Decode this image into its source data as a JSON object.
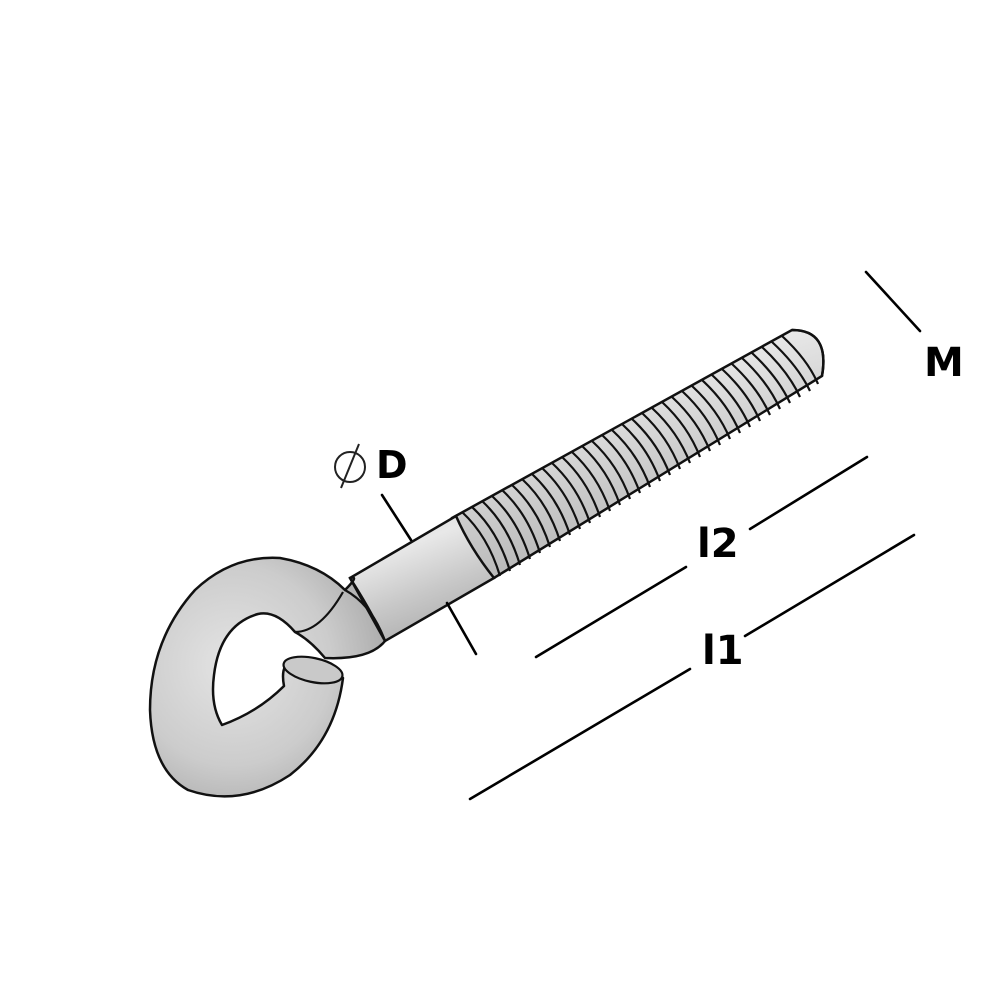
{
  "drawing": {
    "subject": "hook bolt with threaded shank",
    "colors": {
      "background": "#ffffff",
      "metal": "#cfcfcf",
      "metal_highlight": "#e6e6e6",
      "metal_shadow": "#a9a9a9",
      "outline": "#111111",
      "dimension_line": "#000000"
    }
  },
  "labels": {
    "thread": "M",
    "diameter_symbol": "∅",
    "diameter": "D",
    "thread_length": "l2",
    "total_length": "l1"
  }
}
